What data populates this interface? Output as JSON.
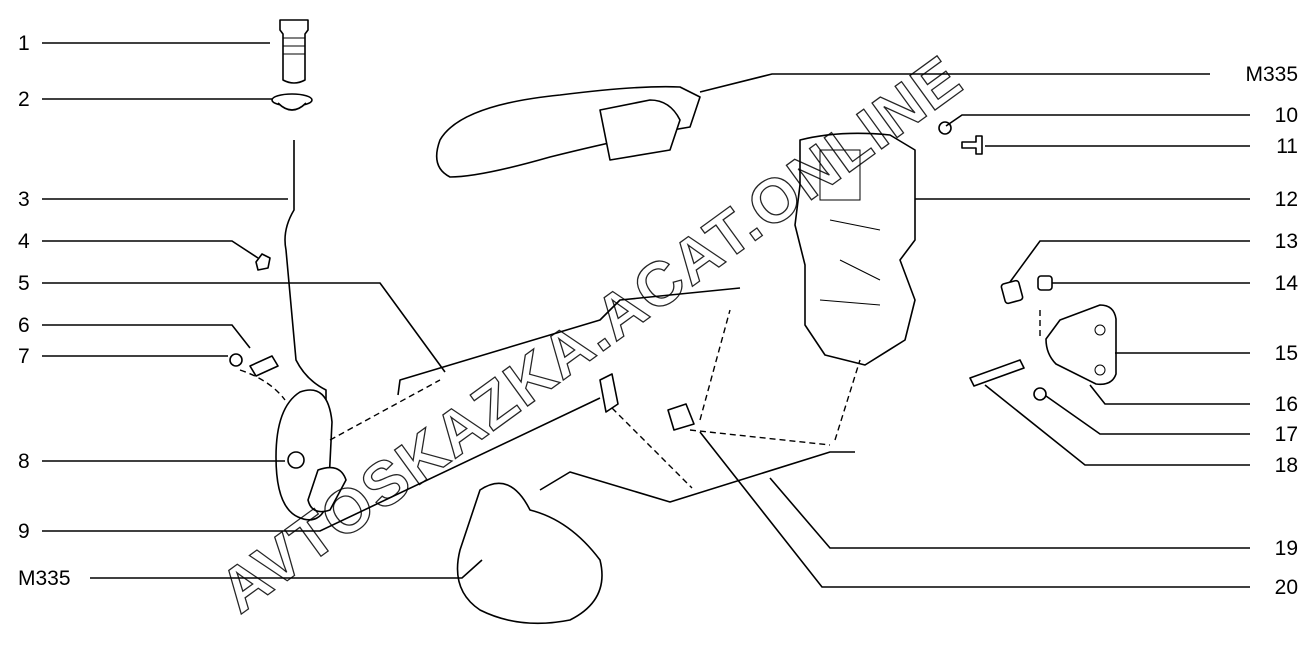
{
  "title": "Door lock mechanism exploded parts diagram",
  "watermark": "AVTOSKAZKA.ACAT.ONLINE",
  "callouts_left": [
    "1",
    "2",
    "3",
    "4",
    "5",
    "6",
    "7",
    "8",
    "9",
    "M335"
  ],
  "callouts_right": [
    "M335",
    "10",
    "11",
    "12",
    "13",
    "14",
    "15",
    "16",
    "17",
    "18",
    "19",
    "20"
  ]
}
